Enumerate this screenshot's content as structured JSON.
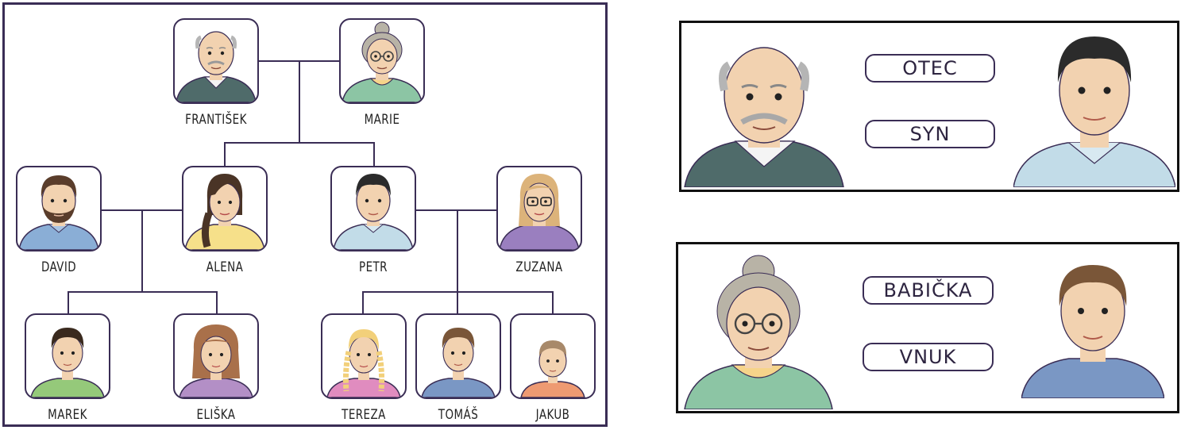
{
  "tree": {
    "people": {
      "frantisek": "FRANTIŠEK",
      "marie": "MARIE",
      "david": "DAVID",
      "alena": "ALENA",
      "petr": "PETR",
      "zuzana": "ZUZANA",
      "marek": "MAREK",
      "eliska": "ELIŠKA",
      "tereza": "TEREZA",
      "tomas": "TOMÁŠ",
      "jakub": "JAKUB"
    }
  },
  "relations": {
    "pair1": {
      "forward": "OTEC",
      "backward": "SYN"
    },
    "pair2": {
      "forward": "BABIČKA",
      "backward": "VNUK"
    }
  },
  "colors": {
    "frame": "#3a2d55",
    "skin": "#f2d2b0",
    "shirt_teal": "#4f6b6a",
    "shirt_green": "#8cc5a4",
    "shirt_blue": "#8aaed6",
    "shirt_yellow": "#f6e08a",
    "shirt_lightblue": "#c2dce8",
    "shirt_purple": "#9a7fbf",
    "shirt_lime": "#95c97a",
    "shirt_pink": "#e08cbf",
    "shirt_orange": "#ee9a72"
  }
}
